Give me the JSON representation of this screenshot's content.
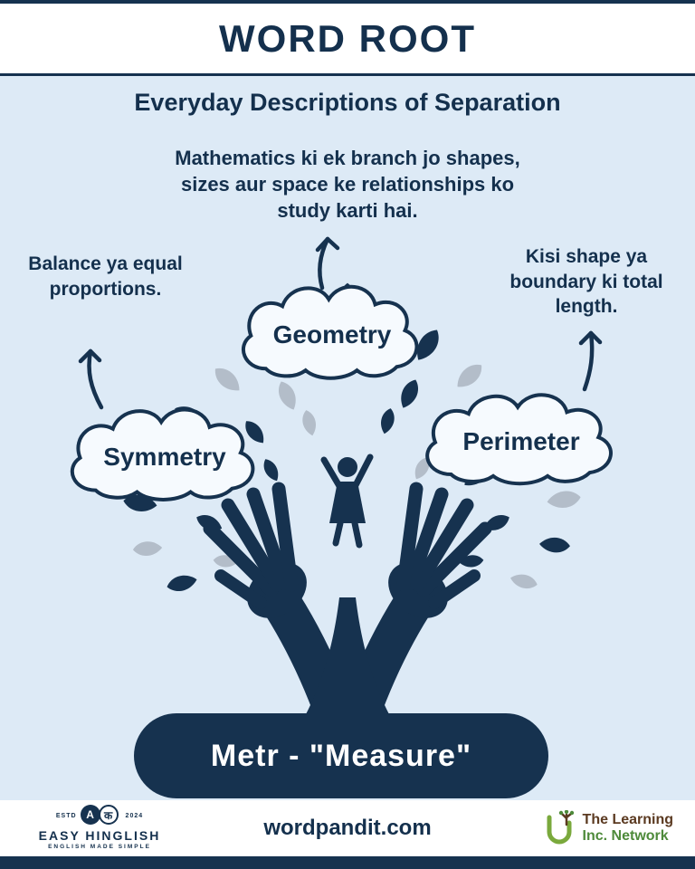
{
  "colors": {
    "navy": "#16324f",
    "background": "#ddeaf6",
    "leaf_gray": "#b3bdc9",
    "cloud_fill": "#f6fafe",
    "partner_brown": "#5b3a21",
    "partner_green": "#4e8a3a"
  },
  "header": {
    "title": "WORD ROOT"
  },
  "subtitle": "Everyday Descriptions of Separation",
  "branches": [
    {
      "word": "Geometry",
      "description": "Mathematics ki ek branch jo shapes, sizes aur space ke relationships ko study karti hai."
    },
    {
      "word": "Symmetry",
      "description": "Balance ya equal proportions."
    },
    {
      "word": "Perimeter",
      "description": "Kisi shape ya boundary ki total length."
    }
  ],
  "root": {
    "label": "Metr - \"Measure\""
  },
  "footer": {
    "brand": {
      "estd": "ESTD",
      "year": "2024",
      "icon_a": "A",
      "icon_ka": "क",
      "name": "EASY HINGLISH",
      "tagline": "ENGLISH MADE SIMPLE"
    },
    "website": "wordpandit.com",
    "partner": {
      "line1": "The Learning",
      "line2": "Inc. Network"
    }
  },
  "icons": {
    "brand_logo": "speech-bubble-a-ka-icon",
    "partner_logo": "tree-u-icon",
    "arrows": "curved-up-arrow-icon"
  }
}
